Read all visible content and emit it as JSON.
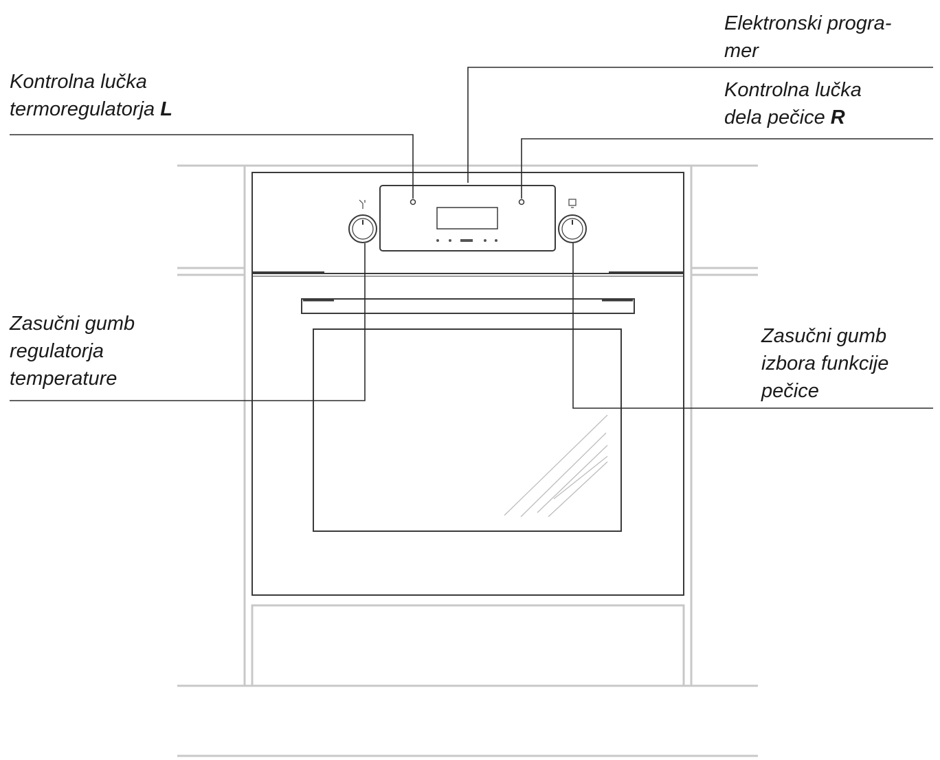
{
  "labels": {
    "electronic_programmer": {
      "line1": "Elektronski progra-",
      "line2": "mer"
    },
    "thermostat_lamp": {
      "line1": "Kontrolna lučka",
      "line2": "termoregulatorja",
      "marker": "L"
    },
    "oven_lamp": {
      "line1": "Kontrolna lučka",
      "line2": "dela pečice",
      "marker": "R"
    },
    "temperature_knob": {
      "line1": "Zasučni gumb",
      "line2": "regulatorja",
      "line3": "temperature"
    },
    "function_knob": {
      "line1": "Zasučni gumb",
      "line2": "izbora funkcije",
      "line3": "pečice"
    }
  },
  "colors": {
    "leader_line": "#2b2b2b",
    "oven_outline": "#3a3a3a",
    "cabinet_outline": "#c8c8c8",
    "text": "#1a1a1a"
  },
  "icons": {
    "temperature_knob_symbol": "thermometer-icon",
    "function_knob_symbol": "oven-function-icon"
  }
}
